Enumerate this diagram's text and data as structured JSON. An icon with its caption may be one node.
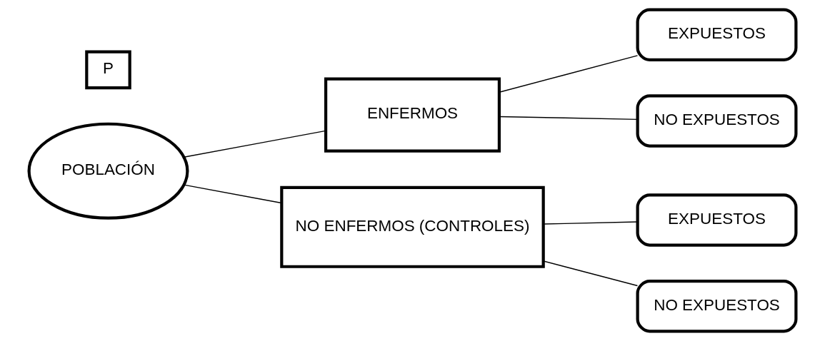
{
  "diagram": {
    "nodes": [
      {
        "text": [
          "POBLACIÓN"
        ]
      },
      {
        "text": [
          "ENFERMOS"
        ]
      },
      {
        "text": [
          "NO ENFERMOS (CONTROLES)"
        ]
      },
      {
        "text": [
          "EXPUESTOS"
        ]
      },
      {
        "text": [
          "NO EXPUESTOS"
        ]
      },
      {
        "text": [
          "P"
        ]
      },
      {
        "text": [
          "EXPUESTOS"
        ]
      },
      {
        "text": [
          "NO EXPUESTOS"
        ]
      }
    ],
    "edges": [
      {
        "from": 0,
        "to": 1,
        "arrow": "none"
      },
      {
        "from": 0,
        "to": 2,
        "arrow": "none"
      },
      {
        "from": 1,
        "to": 3,
        "arrow": "none"
      },
      {
        "from": 1,
        "to": 4,
        "arrow": "none"
      },
      {
        "from": 2,
        "to": 6,
        "arrow": "none"
      },
      {
        "from": 2,
        "to": 7,
        "arrow": "none"
      }
    ]
  }
}
